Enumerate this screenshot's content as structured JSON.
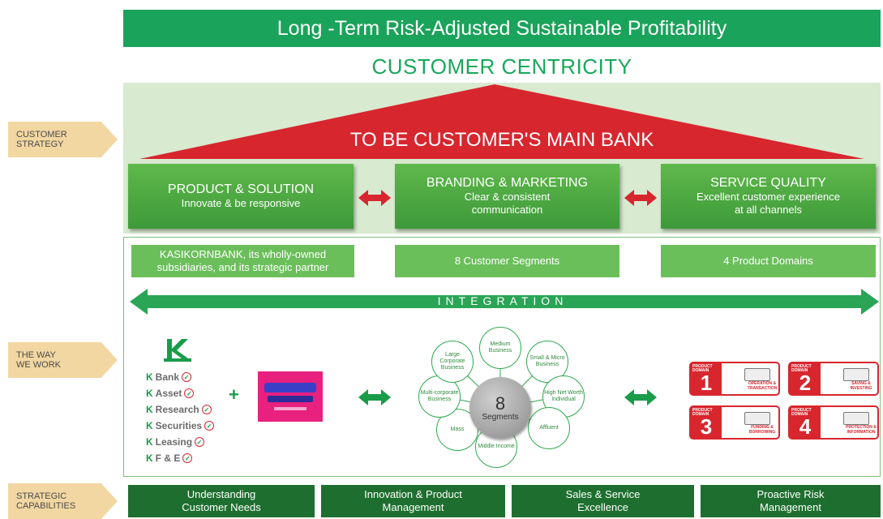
{
  "header": {
    "title": "Long -Term Risk-Adjusted Sustainable Profitability",
    "centricity": "CUSTOMER CENTRICITY"
  },
  "side_tags": {
    "customer_strategy": [
      "CUSTOMER",
      "STRATEGY"
    ],
    "way_we_work": [
      "THE WAY",
      "WE WORK"
    ],
    "strategic_capabilities": [
      "STRATEGIC",
      "CAPABILITIES"
    ]
  },
  "strategy": {
    "roof_text": "TO BE CUSTOMER'S MAIN BANK",
    "pillars": [
      {
        "title": "PRODUCT & SOLUTION",
        "lines": [
          "Innovate & be responsive"
        ]
      },
      {
        "title": "BRANDING & MARKETING",
        "lines": [
          "Clear & consistent",
          "communication"
        ]
      },
      {
        "title": "SERVICE QUALITY",
        "lines": [
          "Excellent customer experience",
          "at all channels"
        ]
      }
    ]
  },
  "work": {
    "subheaders": [
      {
        "lines": [
          "KASIKORNBANK, its wholly-owned",
          "subsidiaries, and its strategic partner"
        ]
      },
      {
        "lines": [
          "8 Customer Segments"
        ]
      },
      {
        "lines": [
          "4 Product Domains"
        ]
      }
    ],
    "integration": "INTEGRATION",
    "brands": [
      "Bank",
      "Asset",
      "Research",
      "Securities",
      "Leasing",
      "F & E"
    ],
    "brand_prefix": "K",
    "plus": "+",
    "center_segments": {
      "number": "8",
      "label": "Segments"
    },
    "segments": [
      "Medium Business",
      "Small & Micro Business",
      "High Net Worth Individual",
      "Affluent",
      "Middle Income",
      "Mass",
      "Multi-corporate Business",
      "Large Corporate Business"
    ],
    "domains": [
      {
        "number": "1",
        "label": "OPERATION & TRANSACTION"
      },
      {
        "number": "2",
        "label": "SAVING & INVESTING"
      },
      {
        "number": "3",
        "label": "FUNDING & BORROWING"
      },
      {
        "number": "4",
        "label": "PROTECTION & INFORMATION"
      }
    ],
    "domain_tag": "PRODUCT DOMAIN"
  },
  "capabilities": [
    {
      "lines": [
        "Understanding",
        "Customer Needs"
      ]
    },
    {
      "lines": [
        "Innovation & Product",
        "Management"
      ]
    },
    {
      "lines": [
        "Sales & Service",
        "Excellence"
      ]
    },
    {
      "lines": [
        "Proactive Risk",
        "Management"
      ]
    }
  ],
  "colors": {
    "brand_green": "#1aa35a",
    "roof_red": "#d8262e",
    "dark_green": "#1e6f2f",
    "tag_tan": "#f2d7a2"
  }
}
